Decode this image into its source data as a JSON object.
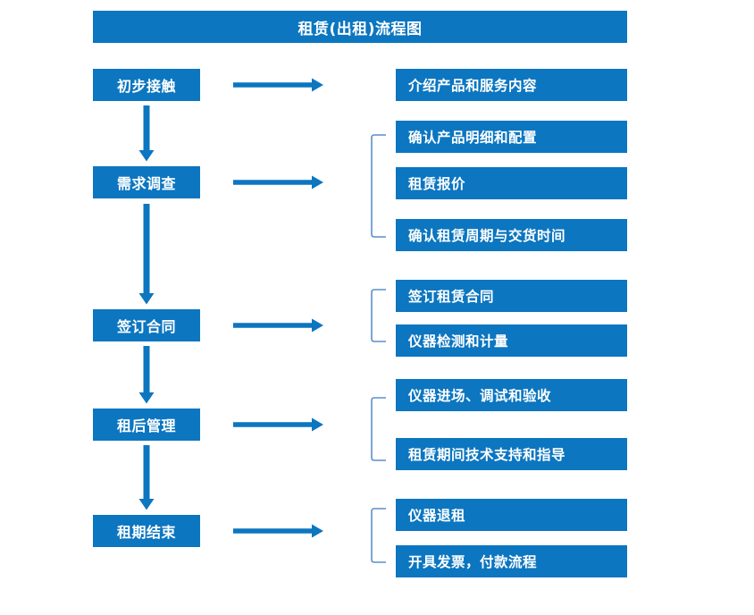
{
  "title": "租赁(出租)流程图",
  "colors": {
    "box_blue": "#0C76C0",
    "arrow_blue": "#0C76C0",
    "bracket_blue": "#5B8FC9",
    "text_white": "#FFFFFF",
    "background": "#FFFFFF"
  },
  "stages": [
    {
      "label": "初步接触"
    },
    {
      "label": "需求调查"
    },
    {
      "label": "签订合同"
    },
    {
      "label": "租后管理"
    },
    {
      "label": "租期结束"
    }
  ],
  "details": [
    {
      "label": "介绍产品和服务内容"
    },
    {
      "label": "确认产品明细和配置"
    },
    {
      "label": "租赁报价"
    },
    {
      "label": "确认租赁周期与交货时间"
    },
    {
      "label": "签订租赁合同"
    },
    {
      "label": "仪器检测和计量"
    },
    {
      "label": "仪器进场、调试和验收"
    },
    {
      "label": "租赁期间技术支持和指导"
    },
    {
      "label": "仪器退租"
    },
    {
      "label": "开具发票，付款流程"
    }
  ],
  "connectors": {
    "horizontal_arrows": 5,
    "vertical_arrows": 4,
    "brackets": 4
  }
}
